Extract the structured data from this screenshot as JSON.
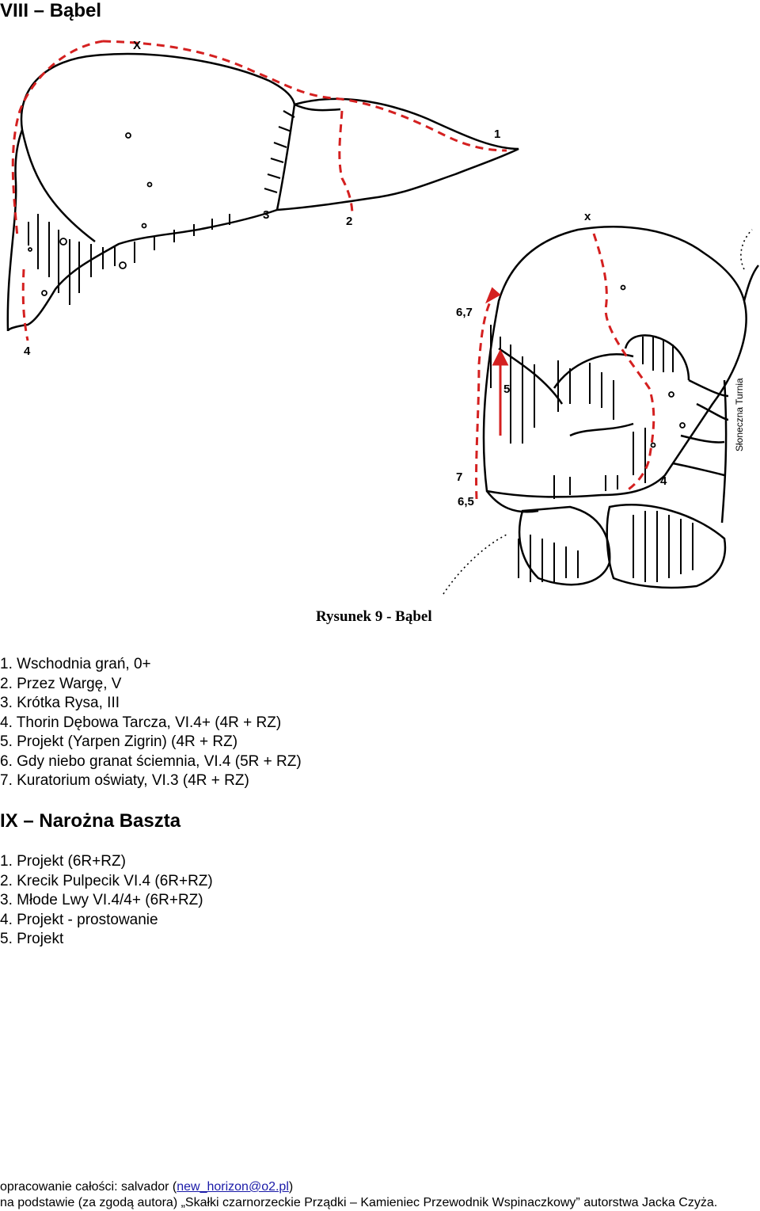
{
  "section1": {
    "title": "VIII – Bąbel",
    "routes": [
      "1. Wschodnia grań, 0+",
      "2. Przez Wargę, V",
      "3. Krótka Rysa, III",
      "4. Thorin Dębowa Tarcza, VI.4+ (4R + RZ)",
      "5. Projekt (Yarpen Zigrin) (4R + RZ)",
      "6. Gdy niebo granat ściemnia, VI.4 (5R + RZ)",
      "7. Kuratorium oświaty, VI.3 (4R + RZ)"
    ]
  },
  "figure": {
    "caption": "Rysunek 9 - Bąbel",
    "left_labels": [
      "X",
      "1",
      "2",
      "3",
      "4"
    ],
    "right_labels": [
      "x",
      "6,7",
      "5",
      "7",
      "6,5",
      "4"
    ],
    "side_label": "Słoneczna Turnia",
    "line_color": "#d42020"
  },
  "section2": {
    "title": "IX – Narożna Baszta",
    "routes": [
      "1. Projekt (6R+RZ)",
      "2. Krecik Pulpecik VI.4 (6R+RZ)",
      "3. Młode Lwy VI.4/4+ (6R+RZ)",
      "4. Projekt - prostowanie",
      "5. Projekt"
    ]
  },
  "footer": {
    "line1_prefix": "opracowanie całości: salvador (",
    "email": "new_horizon@o2.pl",
    "line1_suffix": ")",
    "line2": "na podstawie (za zgodą autora) „Skałki czarnorzeckie Prządki – Kamieniec Przewodnik Wspinaczkowy” autorstwa Jacka Czyża."
  }
}
